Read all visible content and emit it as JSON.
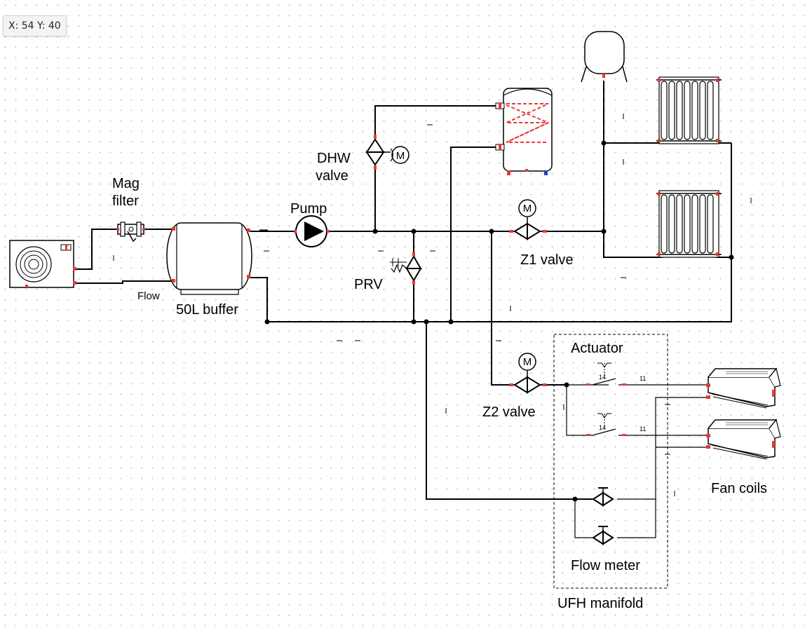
{
  "status": {
    "coordinates": "X: 54 Y: 40"
  },
  "labels": {
    "mag_filter_line1": "Mag",
    "mag_filter_line2": "filter",
    "flow": "Flow",
    "buffer": "50L buffer",
    "pump": "Pump",
    "dhw_line1": "DHW",
    "dhw_line2": "valve",
    "prv": "PRV",
    "z1": "Z1 valve",
    "z2": "Z2 valve",
    "actuator": "Actuator",
    "fan_coils": "Fan coils",
    "flow_meter": "Flow meter",
    "ufh_manifold": "UFH manifold",
    "motor": "M",
    "terminal_14": "14",
    "terminal_11": "11"
  },
  "colors": {
    "accent": "#e53935",
    "pipe": "#000000",
    "grid_dot": "#c4c4c4"
  },
  "icons": [
    "heat-pump-icon",
    "mag-filter-icon",
    "buffer-tank-icon",
    "pump-icon",
    "motor-valve-icon",
    "cylinder-icon",
    "expansion-vessel-icon",
    "radiator-icon",
    "prv-icon",
    "fan-coil-icon",
    "gate-valve-icon",
    "relay-contact-icon"
  ]
}
